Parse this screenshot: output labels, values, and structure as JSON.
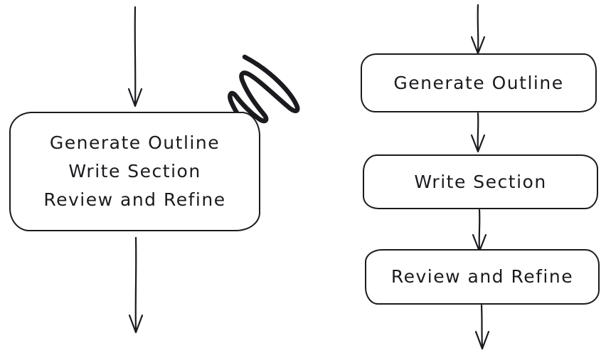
{
  "diagram": {
    "background_color": "#ffffff",
    "stroke_color": "#1b1b1f",
    "left_flow": {
      "description": "single combined step box with scribble rejection annotation",
      "combined_box": {
        "lines": [
          "Generate Outline",
          "Write Section",
          "Review and Refine"
        ]
      }
    },
    "right_flow": {
      "description": "three sequential step boxes connected by arrows",
      "boxes": [
        {
          "label": "Generate Outline"
        },
        {
          "label": "Write Section"
        },
        {
          "label": "Review and Refine"
        }
      ]
    }
  }
}
